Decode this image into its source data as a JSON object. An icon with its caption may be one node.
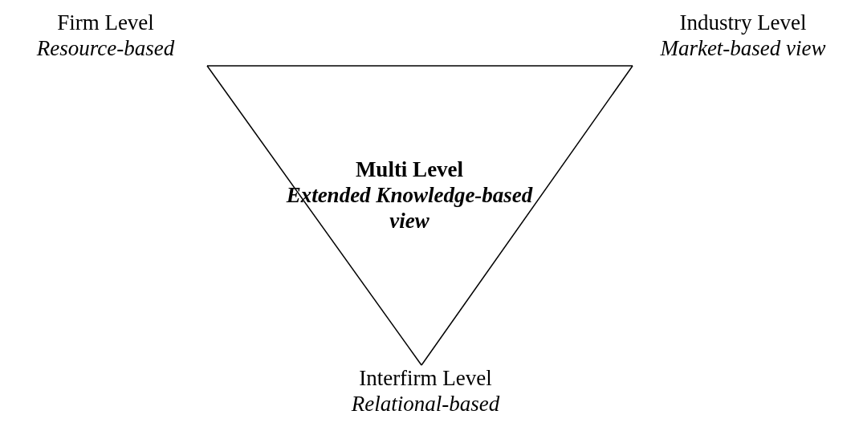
{
  "diagram": {
    "nodes": [
      {
        "text": [
          "Firm Level",
          "Resource-based"
        ]
      },
      {
        "text": [
          "Industry Level",
          "Market-based view"
        ]
      },
      {
        "text": [
          "Multi Level",
          "Extended Knowledge-based view"
        ]
      },
      {
        "text": [
          "Interfirm Level",
          "Relational-based"
        ]
      }
    ],
    "edges": [
      {
        "from": 0,
        "to": 1,
        "arrow": "none"
      },
      {
        "from": 0,
        "to": 3,
        "arrow": "none"
      },
      {
        "from": 1,
        "to": 3,
        "arrow": "none"
      }
    ]
  }
}
